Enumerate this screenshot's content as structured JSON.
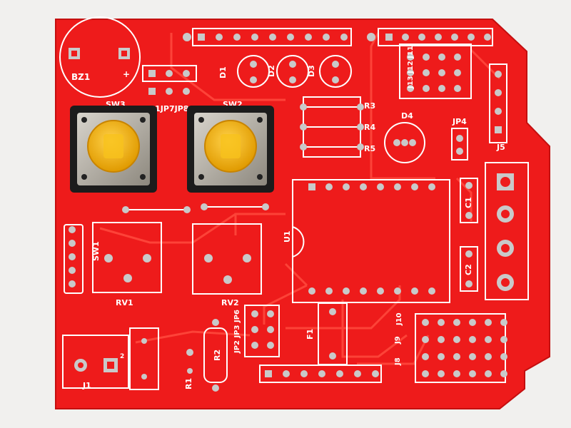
{
  "colors": {
    "background": "#f1f0ee",
    "board": "#ee1b1b",
    "trace": "#ff3a3a",
    "silkscreen": "#ffffff",
    "pad": "#c9c9c9",
    "button_cap": "#f2b10a",
    "button_body": "#1c1c1c"
  },
  "labels": {
    "bz1": "BZ1",
    "plus": "+",
    "d1": "D1",
    "d2": "D2",
    "d3": "D3",
    "d4": "D4",
    "sw3": "SW3",
    "sw2": "SW2",
    "jp_row": "JP1JP7JP8",
    "r3": "R3",
    "r4": "R4",
    "r5": "R5",
    "jp4": "JP4",
    "j5": "J5",
    "j13_j12_j11": "J13 J12 J11",
    "c1": "C1",
    "c2": "C2",
    "u1": "U1",
    "sw1": "SW1",
    "rv1": "RV1",
    "rv2": "RV2",
    "jp2_jp3_jp6": "JP2 JP3 JP6",
    "r2": "R2",
    "r1": "R1",
    "f1": "F1",
    "j1": "J1",
    "j1_pin2": "2",
    "j8": "J8",
    "j9": "J9",
    "j10": "J10"
  }
}
